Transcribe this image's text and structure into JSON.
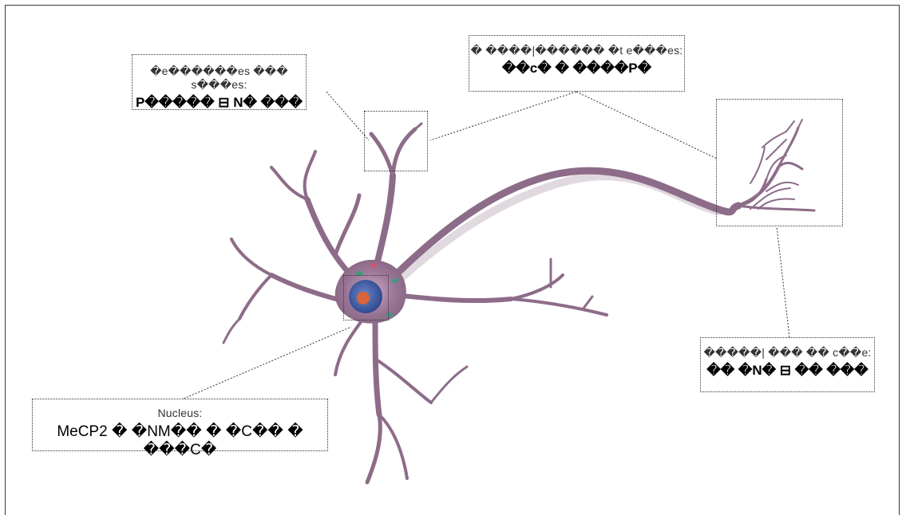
{
  "callouts": {
    "spines": {
      "label": "�e������es ��� s���es:",
      "value": "P����� ⊟ N� ���"
    },
    "axon": {
      "label": "� ����|������ �t e���es:",
      "value": "��c� � ����P�"
    },
    "nucleus": {
      "label": "Nucleus:",
      "value": "MeCP2 � �NM�� � �C�� � ���C�"
    },
    "terminal": {
      "label": "�����| ��� �� c��e:",
      "value": "�� �N� ⊟ �� ���"
    }
  },
  "colors": {
    "neuron": "#8a6a86",
    "neuron_shadow": "#b9a3b7",
    "nucleus": "#3d5ea6",
    "nucleolus": "#d9643a",
    "frame": "#3a3a3a"
  }
}
